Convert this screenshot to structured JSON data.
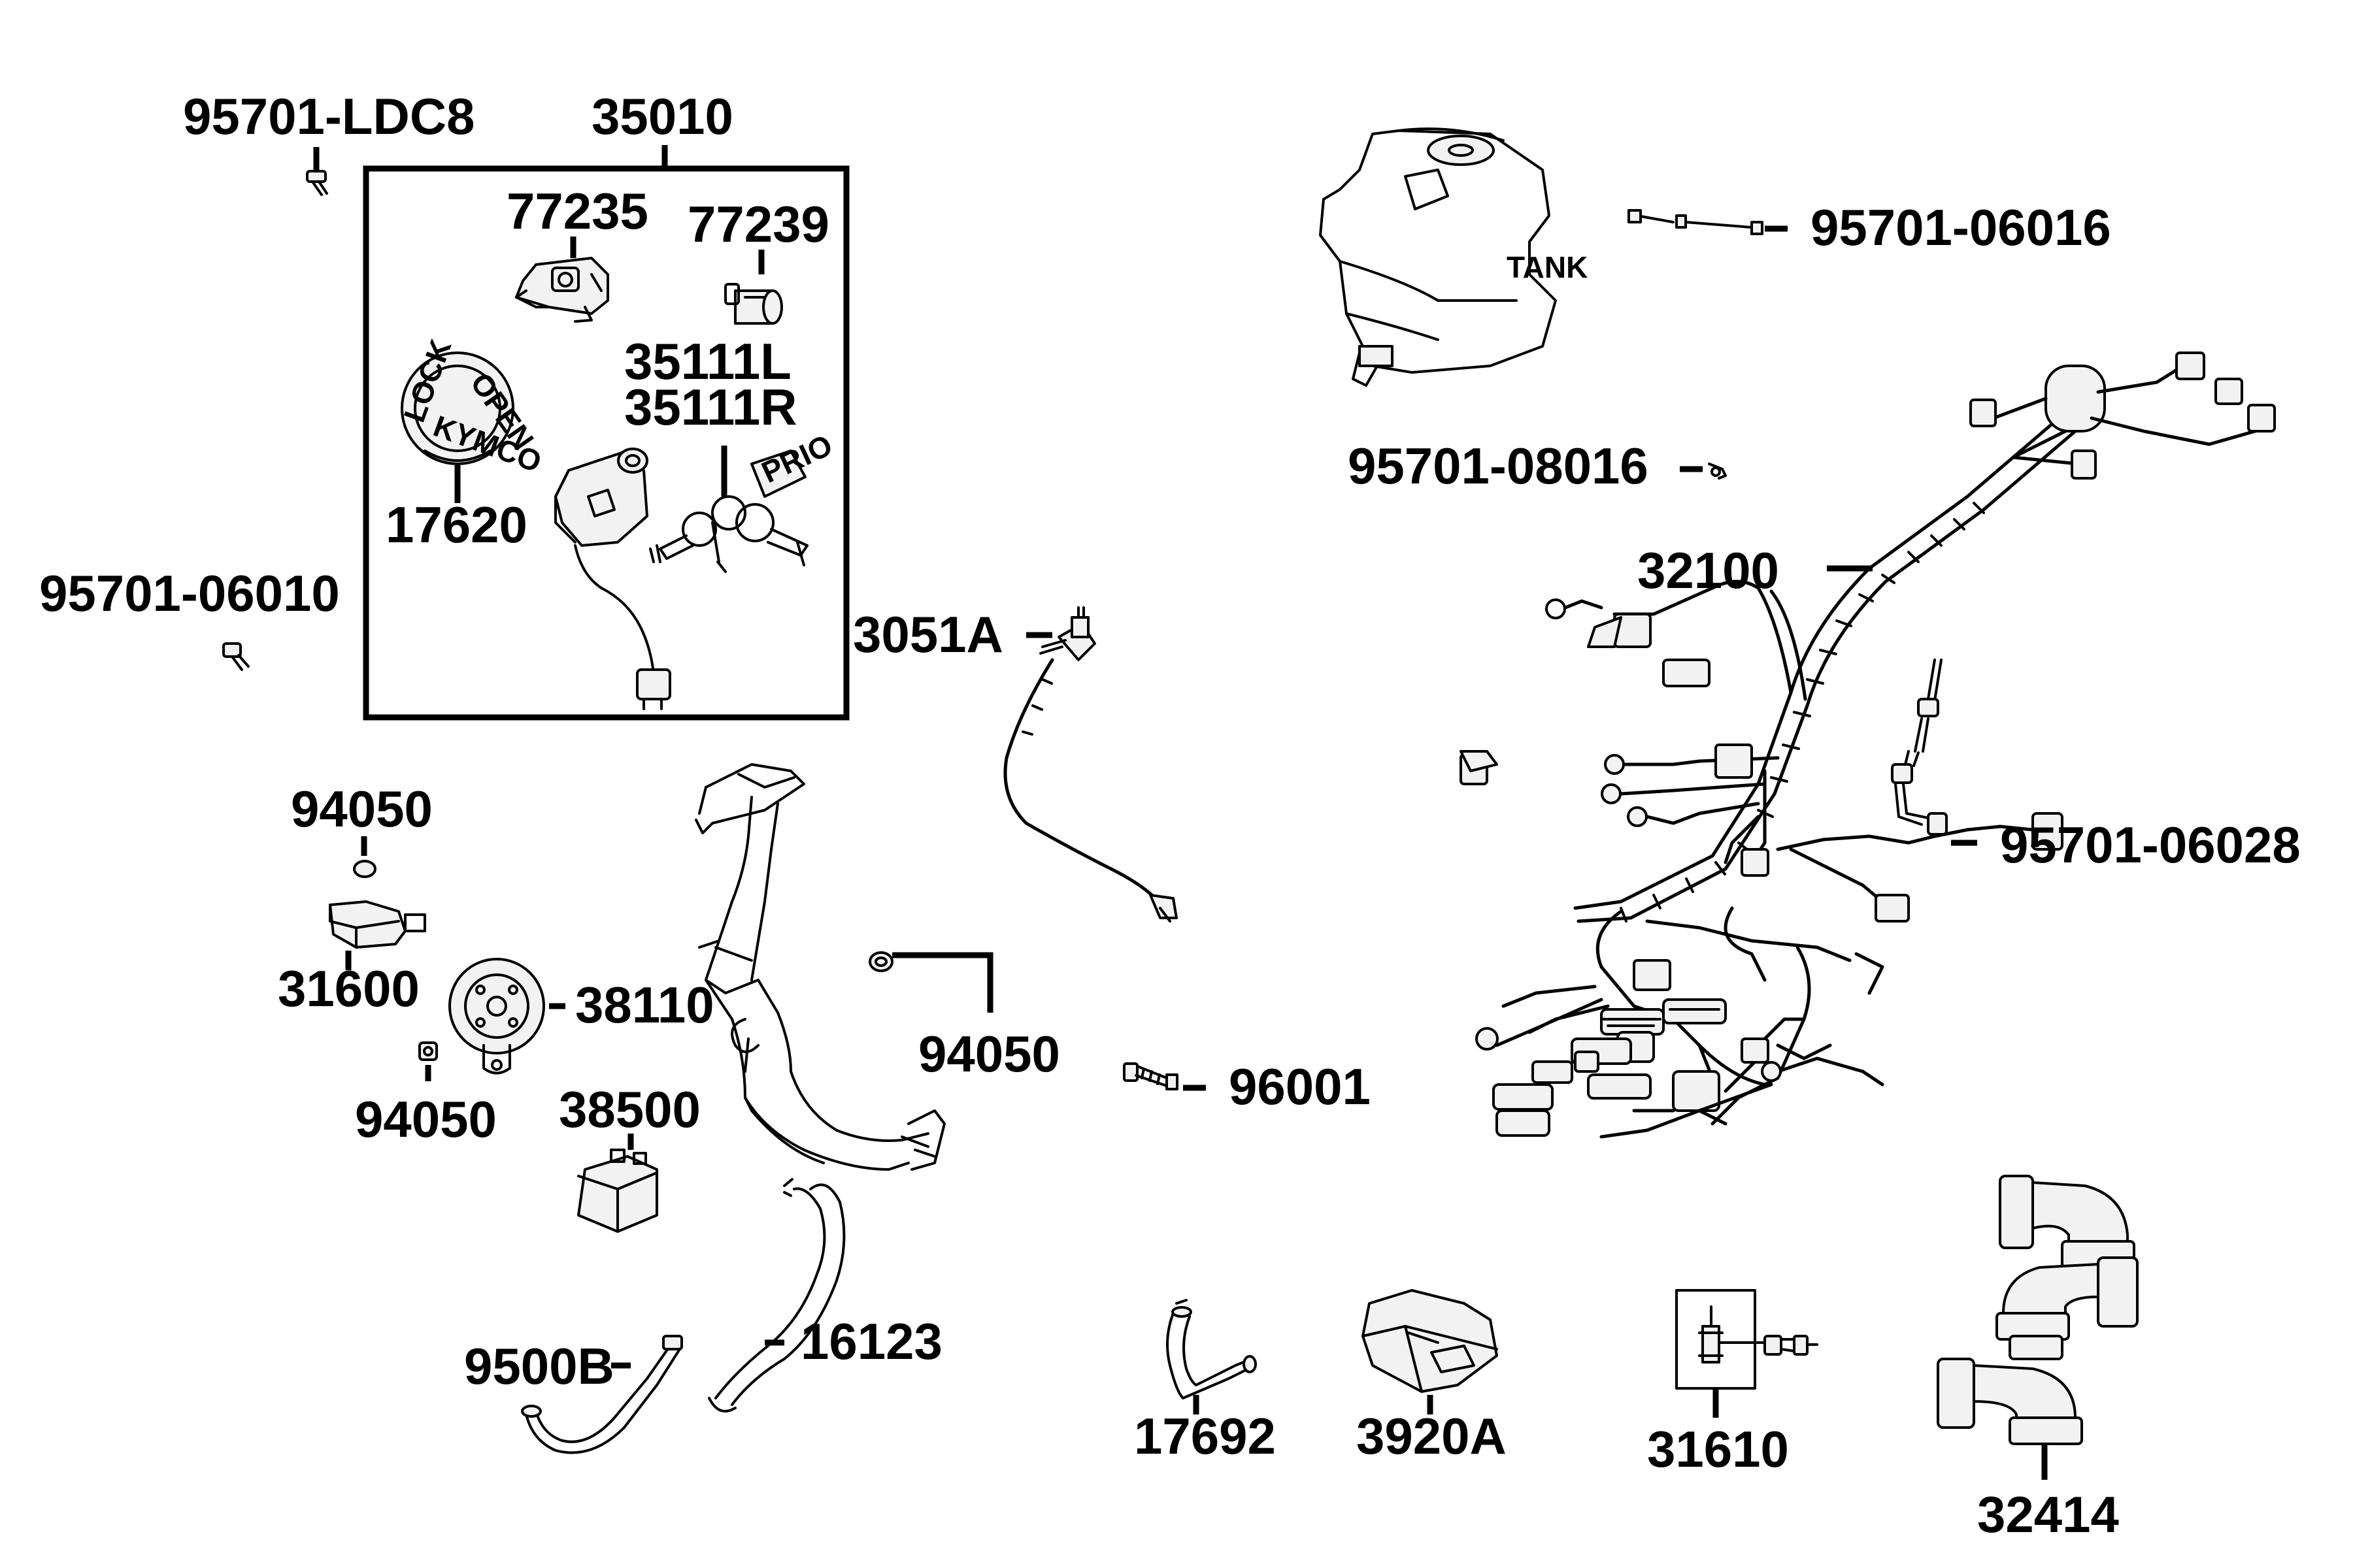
{
  "parts": {
    "p95701_LDC8": "95701-LDC8",
    "p35010": "35010",
    "p77235": "77235",
    "p77239": "77239",
    "p35111L": "35111L",
    "p35111R": "35111R",
    "p17620": "17620",
    "p95701_06010": "95701-06010",
    "p95701_06016": "95701-06016",
    "tank": "TANK",
    "p95701_08016": "95701-08016",
    "p32100": "32100",
    "p3051A": "3051A",
    "p94050_a": "94050",
    "p31600": "31600",
    "p38110": "38110",
    "p94050_b": "94050",
    "p94050_c": "94050",
    "p38500": "38500",
    "p96001": "96001",
    "p95701_06028": "95701-06028",
    "p16123": "16123",
    "p9500B": "9500B",
    "p17692": "17692",
    "p3920A": "3920A",
    "p31610": "31610",
    "p32414": "32414"
  },
  "key_tag_text": [
    "LOCK",
    "OPEN",
    "KYMCO"
  ]
}
